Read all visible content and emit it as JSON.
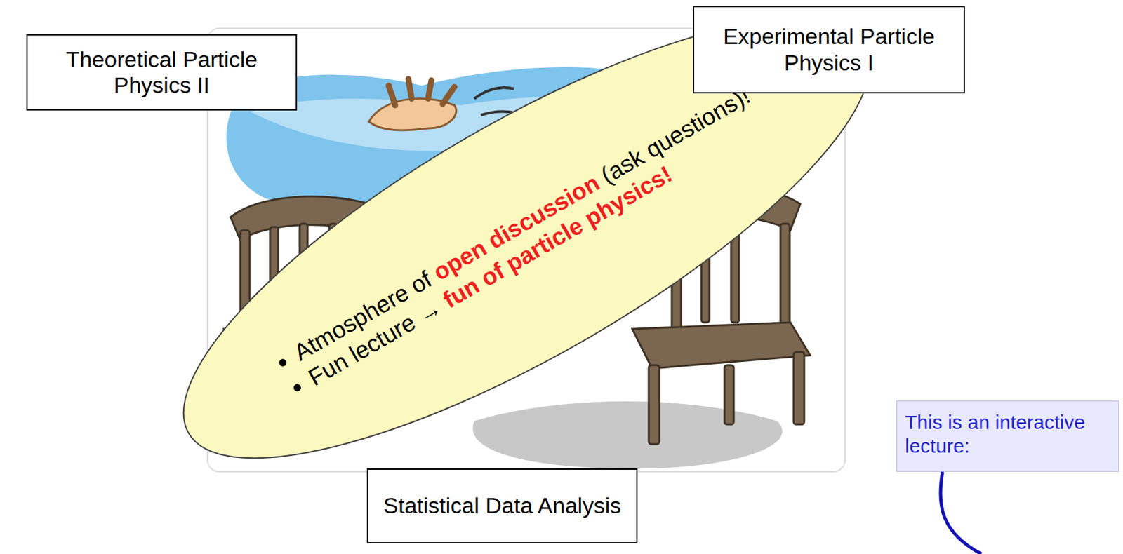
{
  "diagram": {
    "nodes": [
      {
        "text": [
          "Theoretical Particle Physics II"
        ]
      },
      {
        "text": [
          "Experimental Particle Physics I"
        ]
      },
      {
        "text": [
          "Atmosphere of",
          "open discussion",
          "(ask questions)!",
          "Fun lecture →",
          "fun of particle physics!"
        ]
      },
      {
        "text": [
          "This is an interactive lecture:"
        ]
      },
      {
        "text": [
          "Statistical Data Analysis"
        ]
      }
    ]
  }
}
